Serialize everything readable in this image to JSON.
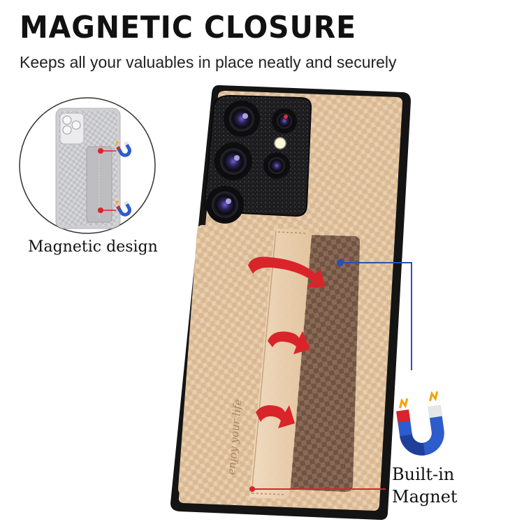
{
  "header": {
    "title": "MAGNETIC CLOSURE",
    "subtitle": "Keeps all your valuables in place neatly and securely"
  },
  "callouts": {
    "magnetic_design": "Magnetic design",
    "built_in_line1": "Built-in",
    "built_in_line2": "Magnet"
  },
  "product": {
    "card_slot_emboss": "enjoy your life",
    "case_color": "#e6c9a6",
    "bumper_color": "#111111",
    "arrow_color": "#d9242a",
    "pointer_line_color": "#2b4fb5"
  },
  "icons": {
    "horseshoe_magnet": "horseshoe-magnet-icon",
    "mini_magnet": "mini-magnet-icon",
    "curved_arrow": "curved-arrow-icon"
  }
}
